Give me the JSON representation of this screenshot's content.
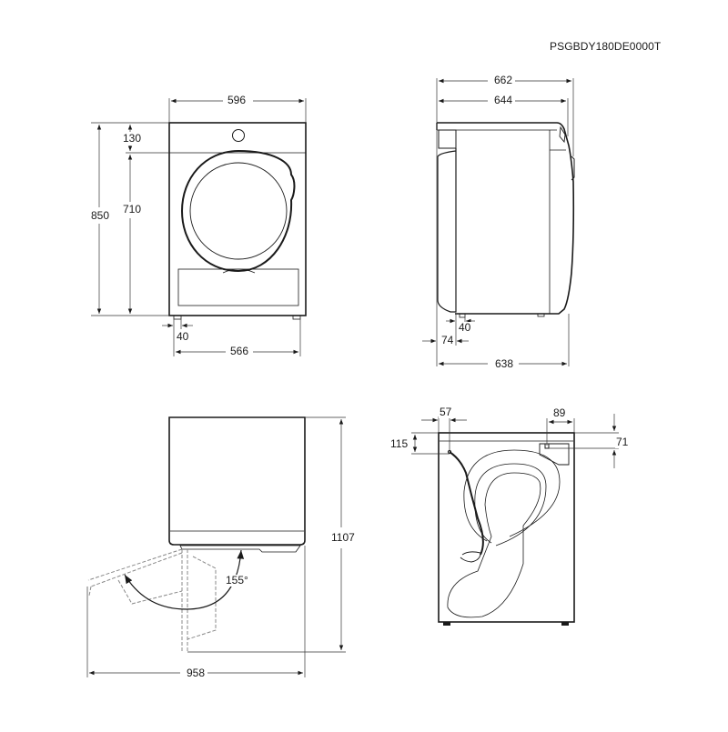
{
  "model_code": "PSGBDY180DE0000T",
  "views": {
    "front": {
      "width": "596",
      "top_panel_height": "130",
      "door_zone_height": "710",
      "total_height": "850",
      "foot_inset": "40",
      "foot_span": "566"
    },
    "side": {
      "depth_overall": "662",
      "depth_body_with_door": "644",
      "depth_body": "638",
      "rear_offset": "74",
      "foot_offset": "40"
    },
    "door_open_top": {
      "height_with_door_open": "1107",
      "width_with_door_open": "958",
      "door_angle": "155°"
    },
    "rear": {
      "hose_offset_x": "57",
      "hose_offset_y": "115",
      "outlet_offset_x": "89",
      "outlet_offset_y": "71"
    }
  },
  "colors": {
    "line": "#1a1a1a",
    "dim": "#333333",
    "dash": "#888888",
    "background": "#ffffff"
  }
}
